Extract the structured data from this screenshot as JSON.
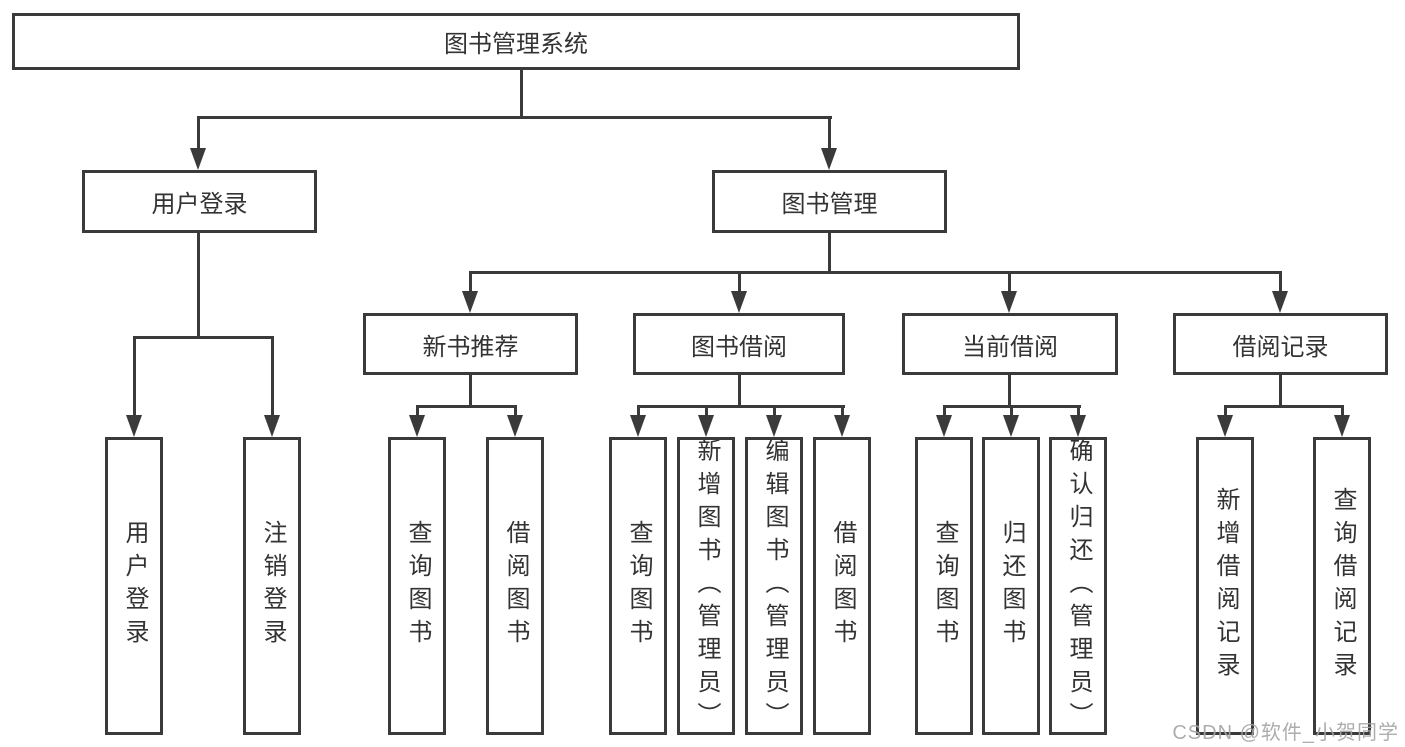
{
  "tree": {
    "root": "图书管理系统",
    "children": [
      {
        "label": "用户登录",
        "children": [
          {
            "label": "用户登录"
          },
          {
            "label": "注销登录"
          }
        ]
      },
      {
        "label": "图书管理",
        "children": [
          {
            "label": "新书推荐",
            "children": [
              {
                "label": "查询图书"
              },
              {
                "label": "借阅图书"
              }
            ]
          },
          {
            "label": "图书借阅",
            "children": [
              {
                "label": "查询图书"
              },
              {
                "label": "新增图书（管理员）"
              },
              {
                "label": "编辑图书（管理员）"
              },
              {
                "label": "借阅图书"
              }
            ]
          },
          {
            "label": "当前借阅",
            "children": [
              {
                "label": "查询图书"
              },
              {
                "label": "归还图书"
              },
              {
                "label": "确认归还（管理员）"
              }
            ]
          },
          {
            "label": "借阅记录",
            "children": [
              {
                "label": "新增借阅记录"
              },
              {
                "label": "查询借阅记录"
              }
            ]
          }
        ]
      }
    ]
  },
  "watermark": {
    "text": "CSDN @软件_小贺同学"
  },
  "colors": {
    "line": "#3a3a3a",
    "text": "#333333",
    "watermark": "#a6a6a6",
    "background": "#ffffff"
  }
}
